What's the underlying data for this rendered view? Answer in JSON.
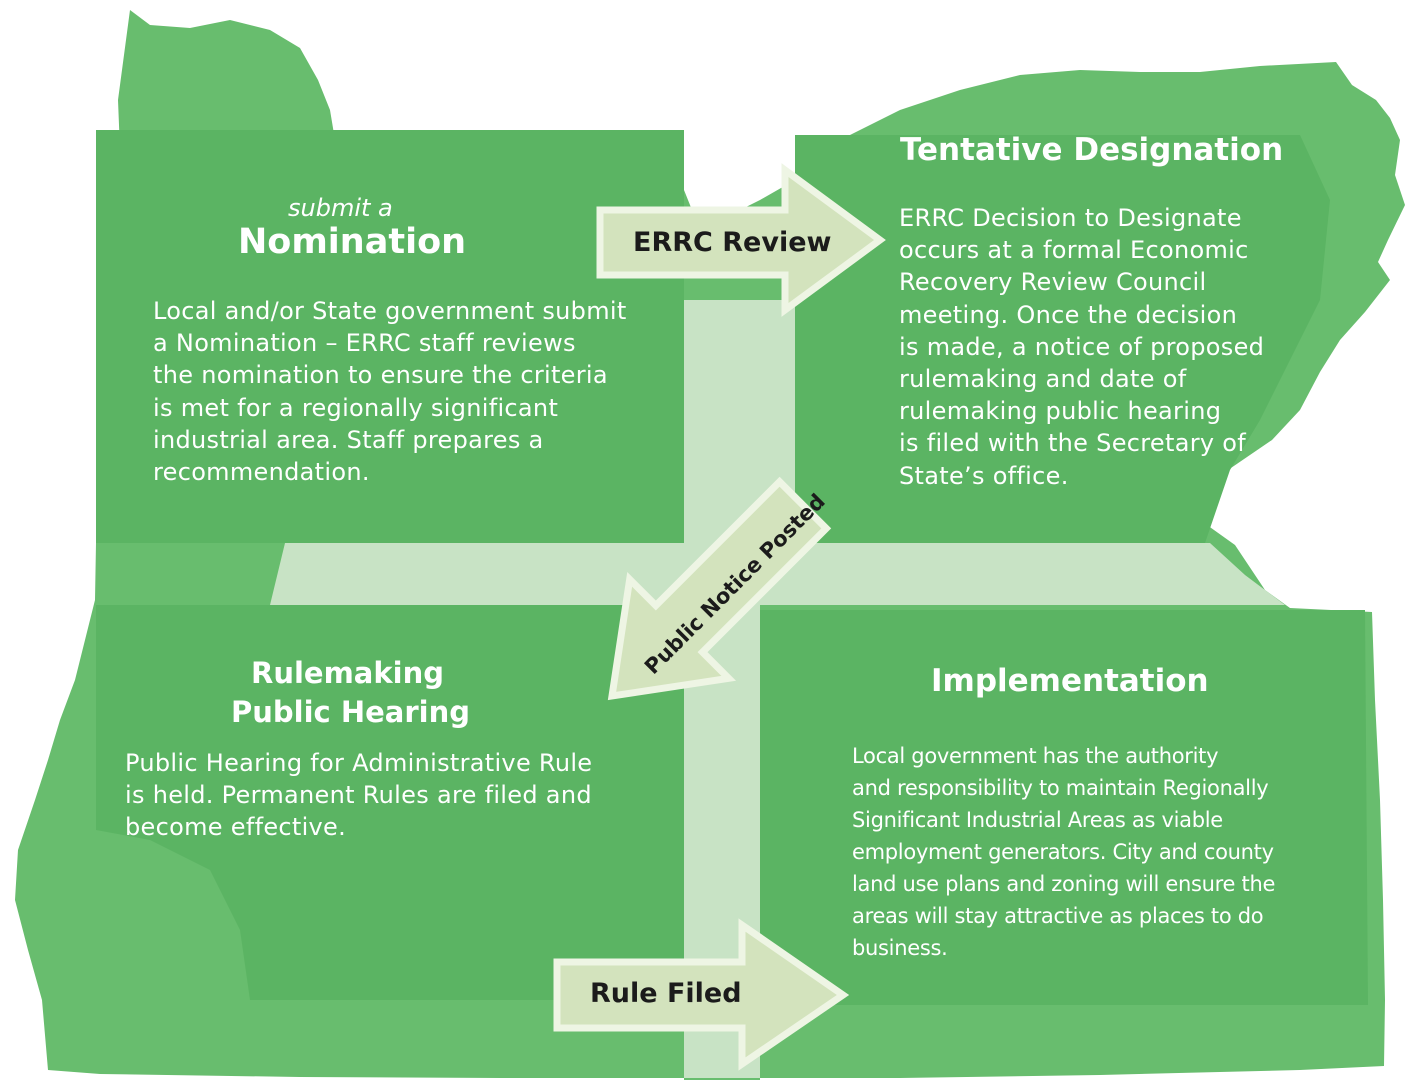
{
  "colors": {
    "map_green": "#68bd6e",
    "panel_green": "#5bb463",
    "cross_band": "#c8e3c5",
    "arrow_fill": "#d3e3bd",
    "arrow_stroke": "#eef5e4",
    "text_white": "#ffffff",
    "arrow_text": "#1b1b1b"
  },
  "nomination": {
    "kicker": "submit a",
    "title": "Nomination",
    "body": "Local and/or State government submit\na Nomination – ERRC staff reviews\nthe nomination to ensure the criteria\nis met for a regionally significant\nindustrial area.  Staff prepares a\nrecommendation."
  },
  "tentative": {
    "title": "Tentative Designation",
    "body": "ERRC Decision to Designate\noccurs at a formal Economic\nRecovery Review Council\nmeeting.  Once the decision\nis made, a notice of proposed\nrulemaking and date of\nrulemaking public hearing\nis filed with the Secretary of\nState’s office."
  },
  "hearing": {
    "title_line1": "Rulemaking",
    "title_line2": "Public Hearing",
    "body": "Public Hearing for Administrative Rule\nis held.  Permanent Rules are filed and\nbecome effective."
  },
  "implementation": {
    "title": "Implementation",
    "body": "Local government has the authority\nand responsibility to maintain Regionally\nSignificant Industrial Areas as viable\nemployment generators. City and county\nland use plans and zoning will ensure the\nareas will stay attractive as places to do\nbusiness."
  },
  "arrows": {
    "review": "ERRC Review",
    "notice": "Public Notice Posted",
    "filed": "Rule Filed"
  }
}
